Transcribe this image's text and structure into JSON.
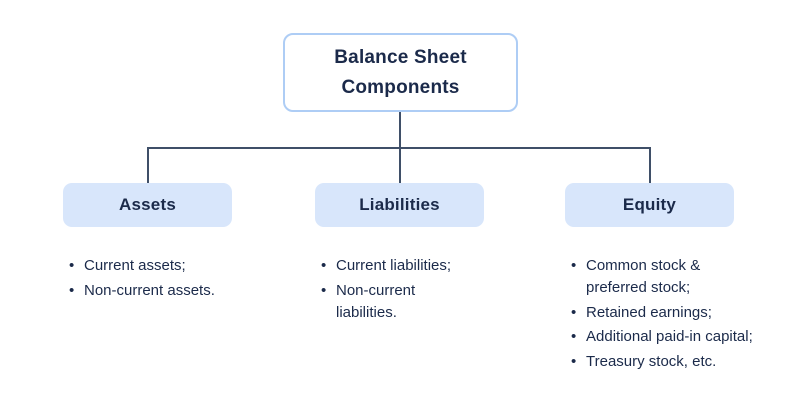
{
  "root": {
    "title": "Balance Sheet Components"
  },
  "columns": [
    {
      "label": "Assets",
      "items": [
        "Current assets;",
        "Non-current assets."
      ]
    },
    {
      "label": "Liabilities",
      "items": [
        "Current liabilities;",
        "Non-current liabilities."
      ]
    },
    {
      "label": "Equity",
      "items": [
        "Common stock & preferred stock;",
        "Retained earnings;",
        "Additional paid-in capital;",
        "Treasury stock, etc."
      ]
    }
  ],
  "colors": {
    "text_navy": "#1b2a4a",
    "box_fill": "#d8e6fb",
    "box_border": "#aecdf5",
    "connector": "#3f4f68"
  }
}
